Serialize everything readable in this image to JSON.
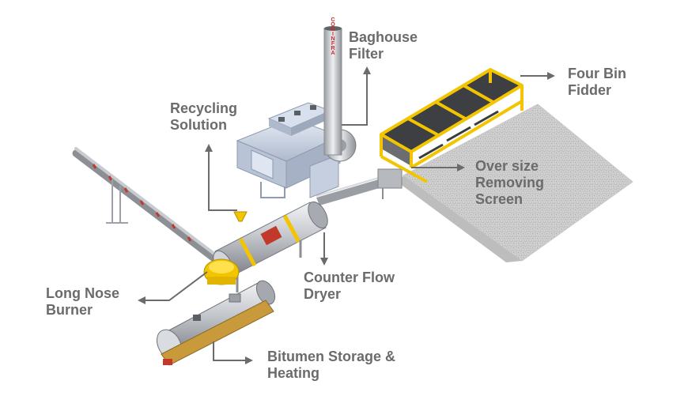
{
  "labels": {
    "baghouse": "Baghouse\nFilter",
    "four_bin": "Four Bin\nFidder",
    "recycling": "Recycling\nSolution",
    "over_size": "Over size\nRemoving\nScreen",
    "counter_flow": "Counter Flow\nDryer",
    "long_nose": "Long Nose\nBurner",
    "bitumen": "Bitumen Storage &\nHeating"
  },
  "stack_text": "CONINFRA",
  "colors": {
    "label_text": "#6b6b6b",
    "leader_line": "#6b6b6b",
    "frame_yellow": "#f2c500",
    "steel": "#c9ccd1",
    "duct_blue": "#cdd6e6",
    "chimney_red": "#d0282a"
  }
}
